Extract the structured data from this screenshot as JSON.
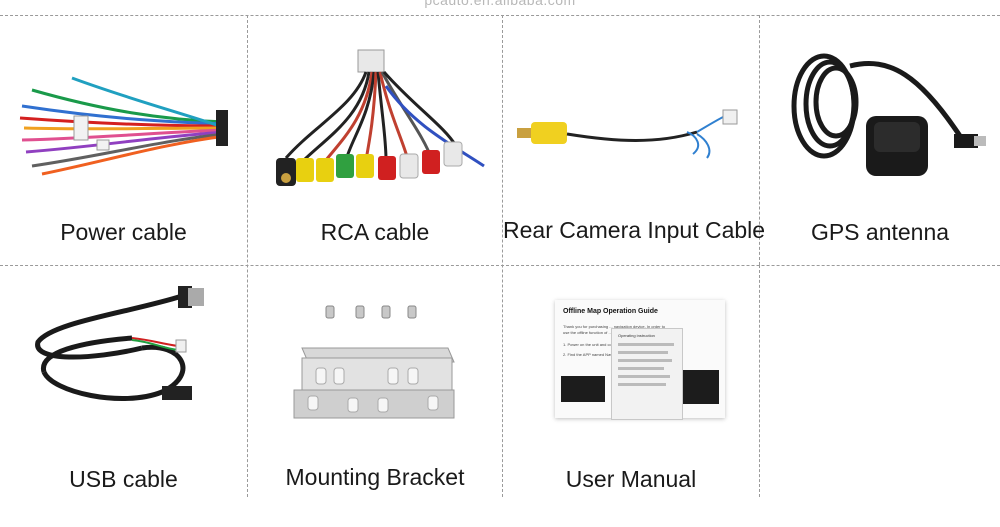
{
  "header": {
    "url_text": "pcauto.en.alibaba.com"
  },
  "items": [
    {
      "label": "Power cable",
      "icon": "power-cable"
    },
    {
      "label": "RCA cable",
      "icon": "rca-cable"
    },
    {
      "label": "Rear Camera Input Cable",
      "icon": "rear-camera-cable"
    },
    {
      "label": "GPS antenna",
      "icon": "gps-antenna"
    },
    {
      "label": "USB cable",
      "icon": "usb-cable"
    },
    {
      "label": "Mounting Bracket",
      "icon": "mounting-bracket"
    },
    {
      "label": "User Manual",
      "icon": "user-manual"
    }
  ],
  "manual": {
    "title": "Offline Map Operation Guide",
    "insert_title": "Operating instruction",
    "text_line_1": "Thank you for purchasing ... navigation device. In order to",
    "text_line_2": "use the offline function of ... steps for set up.",
    "step_1": "1. Power on the unit and con...",
    "step_2": "2. Find the APP named Nav..."
  }
}
